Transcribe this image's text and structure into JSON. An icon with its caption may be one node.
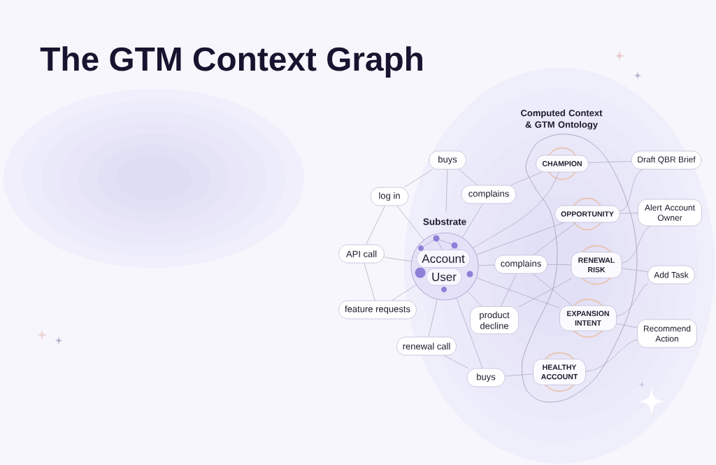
{
  "diagram": {
    "title": "The GTM Context Graph",
    "nodes": [
      {
        "text": [
          "Substrate"
        ]
      },
      {
        "text": [
          "Account"
        ],
        "in": 0
      },
      {
        "text": [
          "User"
        ],
        "in": 0
      },
      {
        "text": [
          "buys"
        ]
      },
      {
        "text": [
          "log in"
        ]
      },
      {
        "text": [
          "complains"
        ]
      },
      {
        "text": [
          "API call"
        ]
      },
      {
        "text": [
          "feature requests"
        ]
      },
      {
        "text": [
          "complains"
        ]
      },
      {
        "text": [
          "product decline"
        ]
      },
      {
        "text": [
          "renewal call"
        ]
      },
      {
        "text": [
          "buys"
        ]
      },
      {
        "text": [
          "Computed Context & GTM Ontology"
        ]
      },
      {
        "text": [
          "CHAMPION"
        ],
        "in": 12
      },
      {
        "text": [
          "OPPORTUNITY"
        ],
        "in": 12
      },
      {
        "text": [
          "RENEWAL RISK"
        ],
        "in": 12
      },
      {
        "text": [
          "EXPANSION INTENT"
        ],
        "in": 12
      },
      {
        "text": [
          "HEALTHY ACCOUNT"
        ],
        "in": 12
      },
      {
        "text": [
          "Draft QBR Brief"
        ]
      },
      {
        "text": [
          "Alert Account Owner"
        ]
      },
      {
        "text": [
          "Add Task"
        ]
      },
      {
        "text": [
          "Recommend Action"
        ]
      }
    ],
    "edges": [
      {
        "from": 3,
        "to": 4,
        "arrow": "none"
      },
      {
        "from": 3,
        "to": 5,
        "arrow": "none"
      },
      {
        "from": 3,
        "to": 0,
        "arrow": "none"
      },
      {
        "from": 4,
        "to": 6,
        "arrow": "none"
      },
      {
        "from": 4,
        "to": 0,
        "arrow": "none"
      },
      {
        "from": 5,
        "to": 0,
        "arrow": "none"
      },
      {
        "from": 5,
        "to": 13,
        "arrow": "none"
      },
      {
        "from": 0,
        "to": 13,
        "arrow": "none"
      },
      {
        "from": 0,
        "to": 14,
        "arrow": "none"
      },
      {
        "from": 6,
        "to": 0,
        "arrow": "none"
      },
      {
        "from": 6,
        "to": 7,
        "arrow": "none"
      },
      {
        "from": 0,
        "to": 8,
        "arrow": "none"
      },
      {
        "from": 7,
        "to": 0,
        "arrow": "none"
      },
      {
        "from": 0,
        "to": 16,
        "arrow": "none"
      },
      {
        "from": 0,
        "to": 9,
        "arrow": "none"
      },
      {
        "from": 0,
        "to": 10,
        "arrow": "none"
      },
      {
        "from": 0,
        "to": 11,
        "arrow": "none"
      },
      {
        "from": 8,
        "to": 15,
        "arrow": "none"
      },
      {
        "from": 8,
        "to": 16,
        "arrow": "none"
      },
      {
        "from": 8,
        "to": 14,
        "arrow": "none"
      },
      {
        "from": 9,
        "to": 8,
        "arrow": "none"
      },
      {
        "from": 9,
        "to": 15,
        "arrow": "none"
      },
      {
        "from": 10,
        "to": 11,
        "arrow": "none"
      },
      {
        "from": 11,
        "to": 17,
        "arrow": "none"
      },
      {
        "from": 13,
        "to": 18,
        "arrow": "none"
      },
      {
        "from": 14,
        "to": 18,
        "arrow": "none"
      },
      {
        "from": 14,
        "to": 19,
        "arrow": "none"
      },
      {
        "from": 15,
        "to": 19,
        "arrow": "none"
      },
      {
        "from": 15,
        "to": 20,
        "arrow": "none"
      },
      {
        "from": 16,
        "to": 20,
        "arrow": "none"
      },
      {
        "from": 16,
        "to": 21,
        "arrow": "none"
      },
      {
        "from": 17,
        "to": 21,
        "arrow": "none"
      }
    ]
  }
}
